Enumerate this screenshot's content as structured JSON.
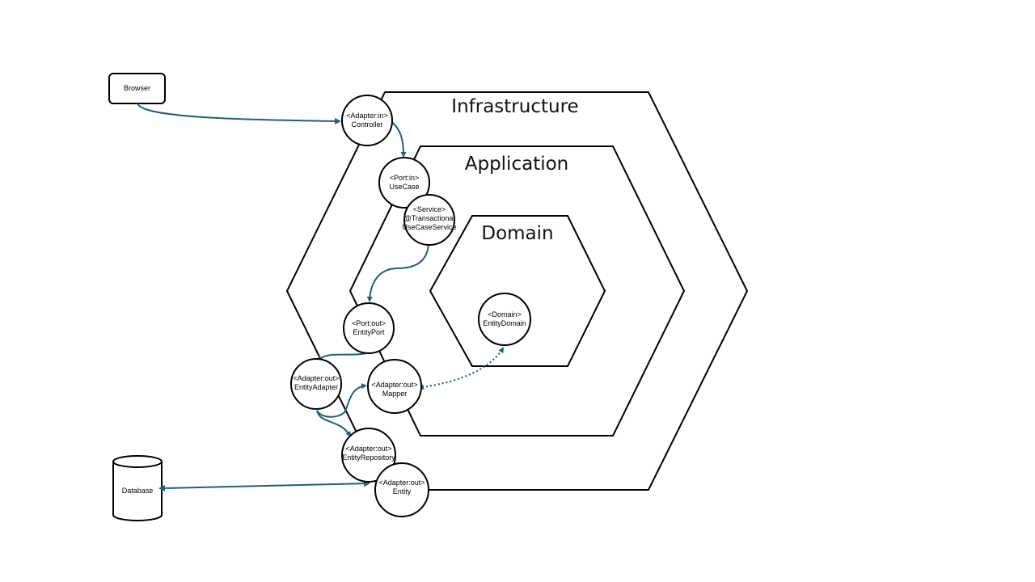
{
  "layers": {
    "infrastructure": "Infrastructure",
    "application": "Application",
    "domain": "Domain"
  },
  "browser_label": "Browser",
  "database_label": "Database",
  "nodes": {
    "controller": {
      "line1": "<Adapter:in>",
      "line2": "Controller"
    },
    "usecase": {
      "line1": "<Port:in>",
      "line2": "UseCase"
    },
    "service": {
      "line1": "<Service>",
      "line2": "@Transactional",
      "line3": "UseCaseService"
    },
    "entity_port": {
      "line1": "<Port:out>",
      "line2": "EntityPort"
    },
    "entity_adapter": {
      "line1": "<Adapter:out>",
      "line2": "EntityAdapter"
    },
    "mapper": {
      "line1": "<Adapter:out>",
      "line2": "Mapper"
    },
    "entity_repository": {
      "line1": "<Adapter:out>",
      "line2": "EntityRepository"
    },
    "entity": {
      "line1": "<Adapter:out>",
      "line2": "Entity"
    },
    "entity_domain": {
      "line1": "<Domain>",
      "line2": "EntityDomain"
    }
  },
  "colors": {
    "arrow": "#1f5f7f",
    "outline": "#000000"
  }
}
